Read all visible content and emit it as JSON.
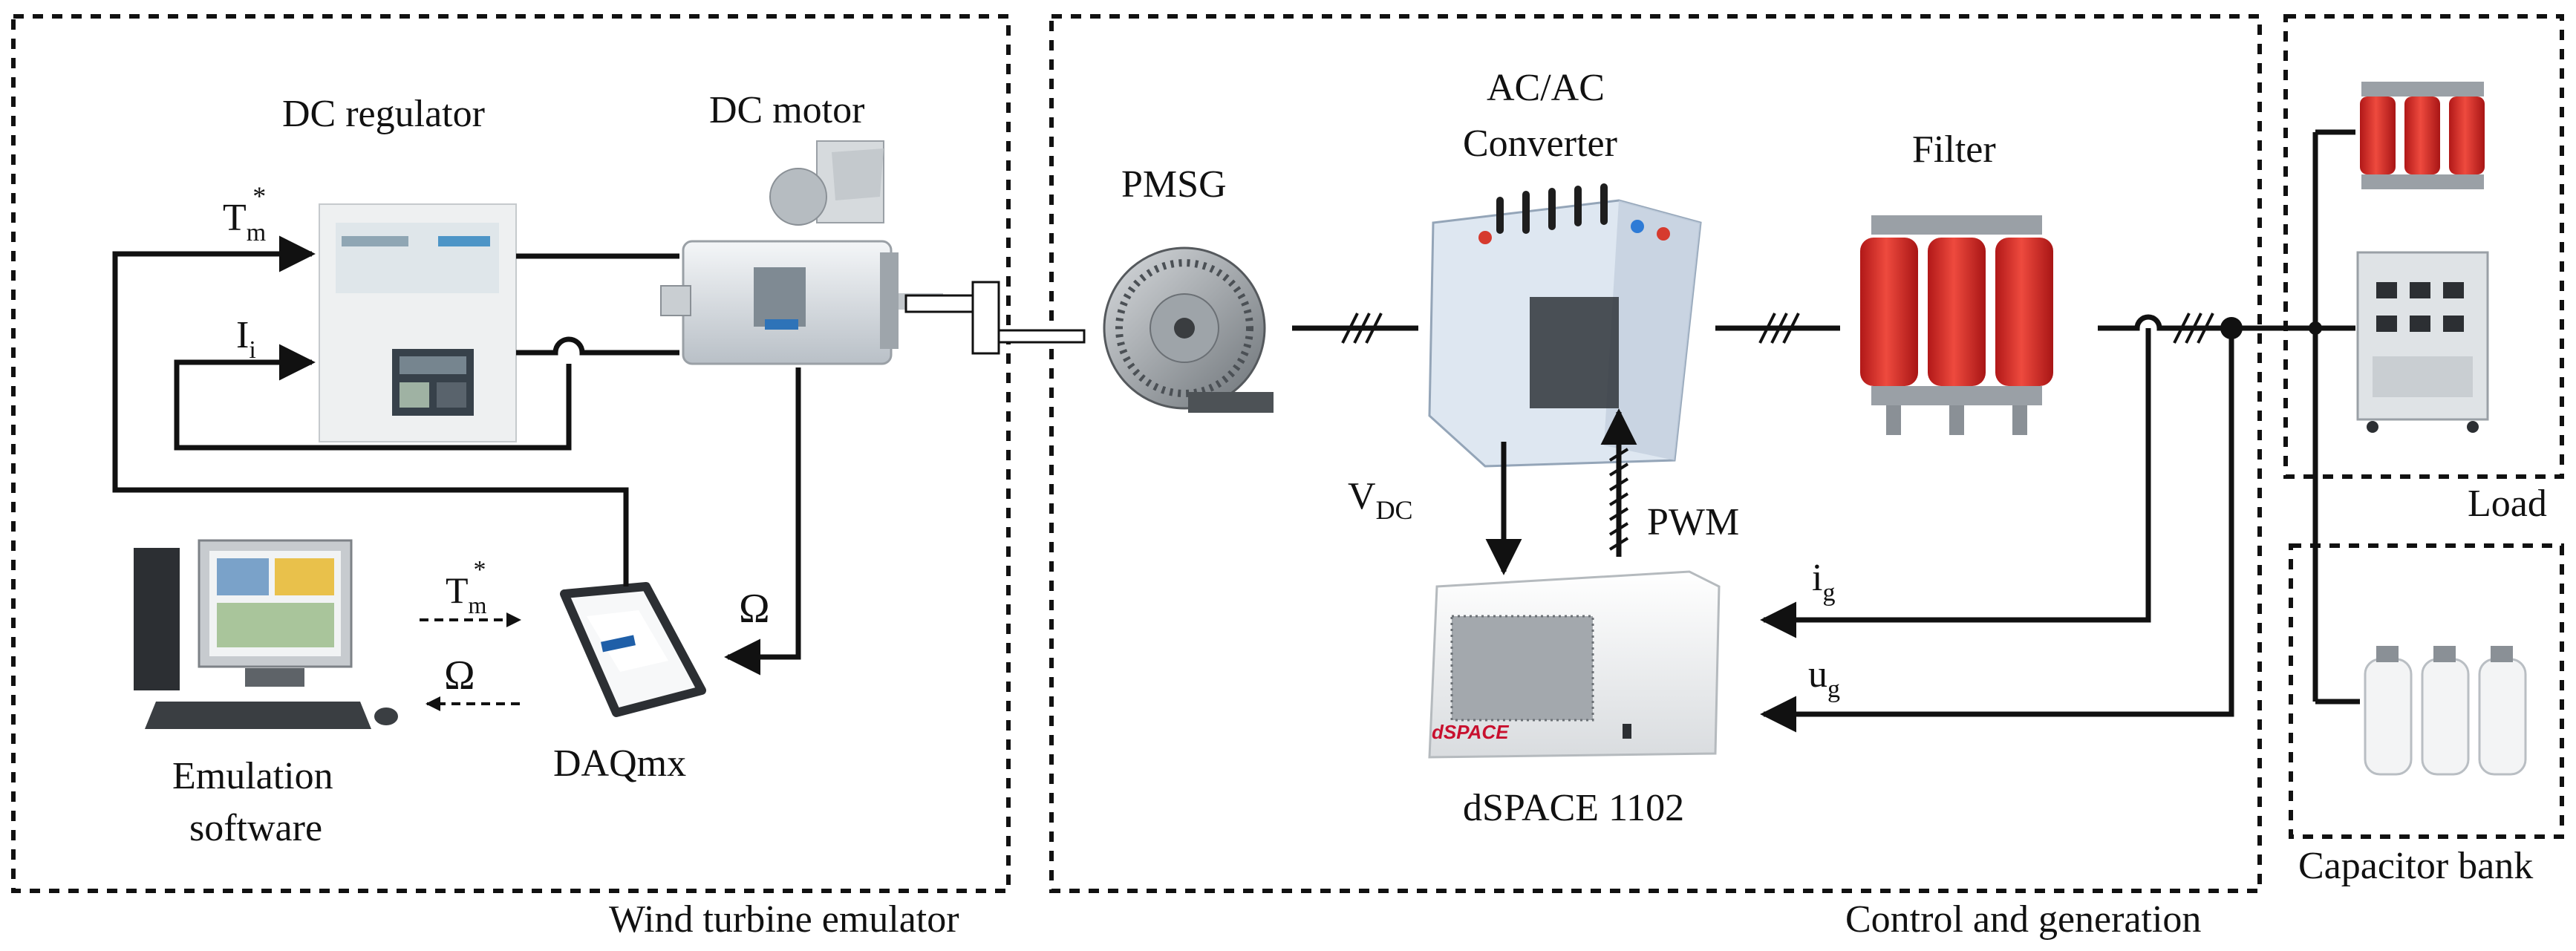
{
  "groups": {
    "emulator": "Wind turbine emulator",
    "control": "Control and generation",
    "load": "Load",
    "capacitor": "Capacitor bank"
  },
  "components": {
    "dc_regulator": "DC regulator",
    "dc_motor": "DC motor",
    "pmsg": "PMSG",
    "converter_line1": "AC/AC",
    "converter_line2": "Converter",
    "filter": "Filter",
    "emulation_line1": "Emulation",
    "emulation_line2": "software",
    "daqmx": "DAQmx",
    "dspace": "dSPACE 1102",
    "dspace_logo": "dSPACE"
  },
  "signals": {
    "tm_base": "T",
    "tm_sub": "m",
    "tm_sup": "*",
    "ii_base": "I",
    "ii_sub": "i",
    "omega": "Ω",
    "vdc_base": "V",
    "vdc_sub": "DC",
    "pwm": "PWM",
    "ig_base": "i",
    "ig_sub": "g",
    "ug_base": "u",
    "ug_sub": "g"
  },
  "colors": {
    "line": "#111111",
    "filter_red": "#d92a2a",
    "frame_gray": "#9aa0a6"
  }
}
